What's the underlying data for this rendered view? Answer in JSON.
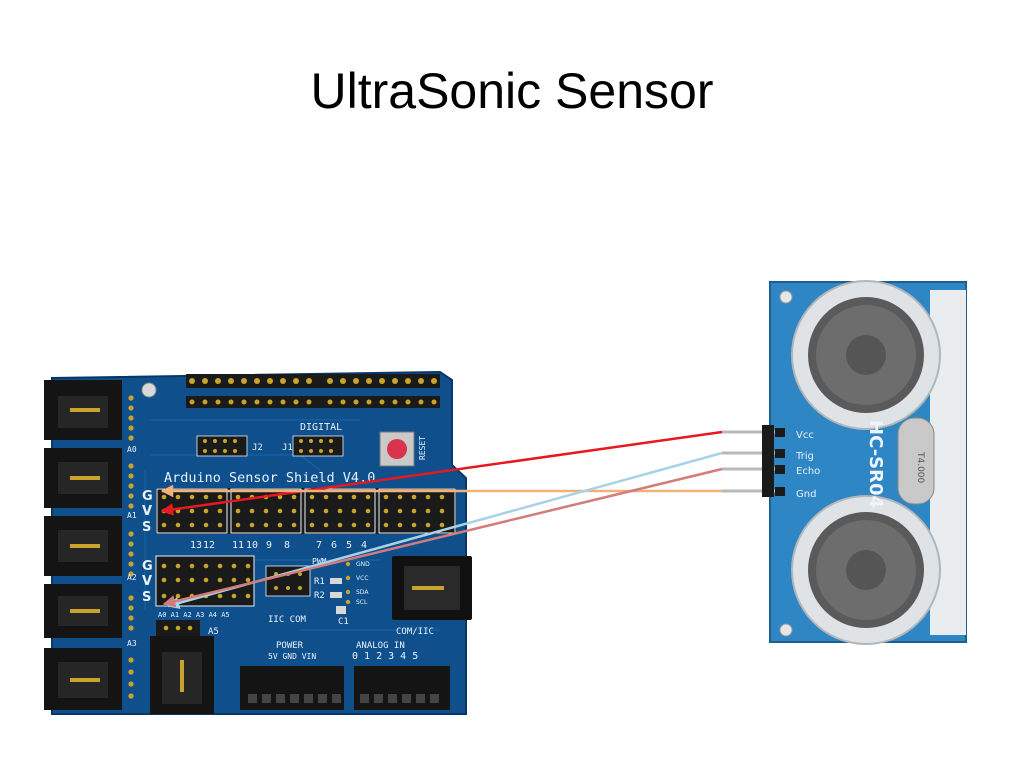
{
  "slide": {
    "title": "UltraSonic Sensor"
  },
  "shield": {
    "board_label": "Arduino Sensor Shield V4.0",
    "digital_label": "DIGITAL",
    "reset_label": "RESET",
    "analog_label": "ANALOG IN",
    "power_label": "POWER",
    "pwm_label": "PWM",
    "iic_label": "IIC COM",
    "com_label": "COM/IIC",
    "row_g": "G",
    "row_v": "V",
    "row_s": "S",
    "pin_numbers_top": [
      "13",
      "12",
      "11",
      "10",
      "9",
      "8",
      "7",
      "6",
      "5",
      "4"
    ],
    "pin_numbers_analog": [
      "A0",
      "A1",
      "A2",
      "A3",
      "A4",
      "A5"
    ],
    "analog_nums": "0 1 2 3 4 5",
    "power_pins": "5V GND VIN",
    "side_labels": [
      "A0",
      "A1",
      "A2",
      "A3"
    ],
    "header_j1": "J1",
    "header_j2": "J2",
    "res_r1": "R1",
    "res_r2": "R2",
    "cap_c1": "C1",
    "a5_label": "A5"
  },
  "sensor": {
    "model": "HC-SR04",
    "pins": [
      "Vcc",
      "Trig",
      "Echo",
      "Gnd"
    ],
    "crystal_label": "T4.000"
  },
  "wires": [
    {
      "name": "vcc-wire",
      "color": "#e8191e"
    },
    {
      "name": "trig-wire",
      "color": "#a8d2e6"
    },
    {
      "name": "echo-wire",
      "color": "#d47b7b"
    },
    {
      "name": "gnd-wire",
      "color": "#f0b27a"
    }
  ],
  "colors": {
    "pcb": "#0e4f8c",
    "pcb_dark": "#0a3a68",
    "sensor_pcb": "#2f86c4",
    "header_black": "#1a1a1a",
    "gold": "#c8a42a"
  }
}
